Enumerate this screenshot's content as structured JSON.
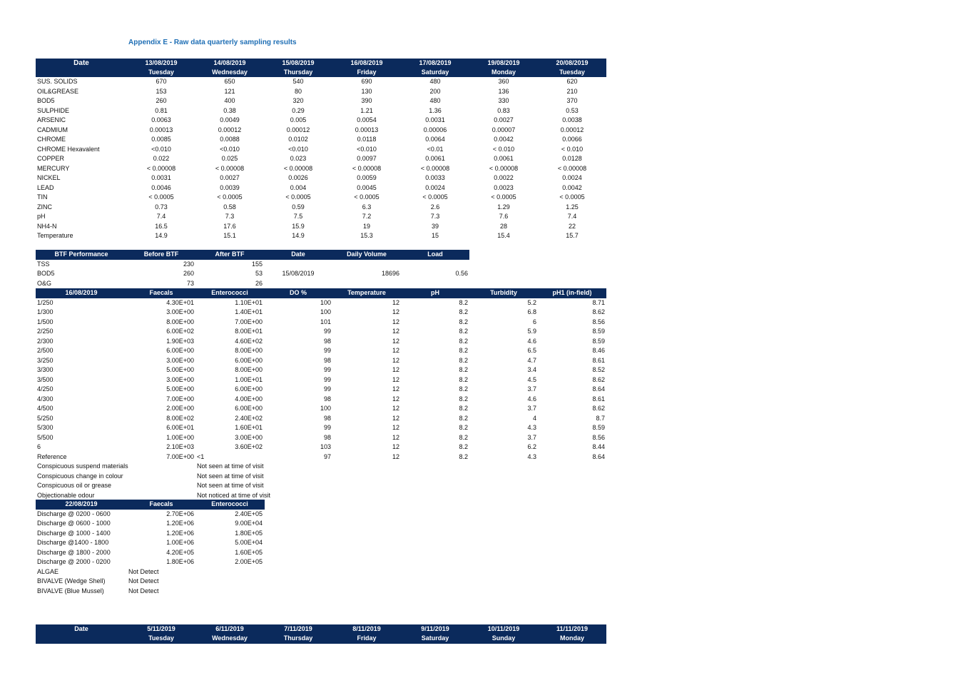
{
  "title": "Appendix  E - Raw data quarterly sampling results",
  "table1": {
    "header_label": "Date",
    "dates": [
      "13/08/2019",
      "14/08/2019",
      "15/08/2019",
      "16/08/2019",
      "17/08/2019",
      "19/08/2019",
      "20/08/2019"
    ],
    "days": [
      "Tuesday",
      "Wednesday",
      "Thursday",
      "Friday",
      "Saturday",
      "Monday",
      "Tuesday"
    ],
    "rows": [
      {
        "label": "SUS. SOLIDS",
        "values": [
          "670",
          "650",
          "540",
          "690",
          "480",
          "360",
          "620"
        ]
      },
      {
        "label": "OIL&GREASE",
        "values": [
          "153",
          "121",
          "80",
          "130",
          "200",
          "136",
          "210"
        ]
      },
      {
        "label": "BOD5",
        "values": [
          "260",
          "400",
          "320",
          "390",
          "480",
          "330",
          "370"
        ]
      },
      {
        "label": "SULPHIDE",
        "values": [
          "0.81",
          "0.38",
          "0.29",
          "1.21",
          "1.36",
          "0.83",
          "0.53"
        ]
      },
      {
        "label": "ARSENIC",
        "values": [
          "0.0063",
          "0.0049",
          "0.005",
          "0.0054",
          "0.0031",
          "0.0027",
          "0.0038"
        ]
      },
      {
        "label": "CADMIUM",
        "values": [
          "0.00013",
          "0.00012",
          "0.00012",
          "0.00013",
          "0.00006",
          "0.00007",
          "0.00012"
        ]
      },
      {
        "label": "CHROME",
        "values": [
          "0.0085",
          "0.0088",
          "0.0102",
          "0.0118",
          "0.0064",
          "0.0042",
          "0.0066"
        ]
      },
      {
        "label": "CHROME Hexavalent",
        "values": [
          "<0.010",
          "<0.010",
          "<0.010",
          "<0.010",
          "<0.01",
          "< 0.010",
          "< 0.010"
        ]
      },
      {
        "label": "COPPER",
        "values": [
          "0.022",
          "0.025",
          "0.023",
          "0.0097",
          "0.0061",
          "0.0061",
          "0.0128"
        ]
      },
      {
        "label": "MERCURY",
        "values": [
          "< 0.00008",
          "< 0.00008",
          "< 0.00008",
          "< 0.00008",
          "< 0.00008",
          "< 0.00008",
          "< 0.00008"
        ]
      },
      {
        "label": "NICKEL",
        "values": [
          "0.0031",
          "0.0027",
          "0.0026",
          "0.0059",
          "0.0033",
          "0.0022",
          "0.0024"
        ]
      },
      {
        "label": "LEAD",
        "values": [
          "0.0046",
          "0.0039",
          "0.004",
          "0.0045",
          "0.0024",
          "0.0023",
          "0.0042"
        ]
      },
      {
        "label": "TIN",
        "values": [
          "< 0.0005",
          "< 0.0005",
          "< 0.0005",
          "< 0.0005",
          "< 0.0005",
          "< 0.0005",
          "< 0.0005"
        ]
      },
      {
        "label": "ZINC",
        "values": [
          "0.73",
          "0.58",
          "0.59",
          "6.3",
          "2.6",
          "1.29",
          "1.25"
        ]
      },
      {
        "label": "pH",
        "values": [
          "7.4",
          "7.3",
          "7.5",
          "7.2",
          "7.3",
          "7.6",
          "7.4"
        ]
      },
      {
        "label": "NH4-N",
        "values": [
          "16.5",
          "17.6",
          "15.9",
          "19",
          "39",
          "28",
          "22"
        ]
      },
      {
        "label": "Temperature",
        "values": [
          "14.9",
          "15.1",
          "14.9",
          "15.3",
          "15",
          "15.4",
          "15.7"
        ]
      }
    ]
  },
  "btf": {
    "headers": [
      "BTF Performance",
      "Before BTF",
      "After BTF",
      "Date",
      "Daily Volume",
      "Load"
    ],
    "rows": [
      {
        "label": "TSS",
        "before": "230",
        "after": "155",
        "date": "",
        "volume": "",
        "load": ""
      },
      {
        "label": "BOD5",
        "before": "260",
        "after": "53",
        "date": "15/08/2019",
        "volume": "18696",
        "load": "0.56"
      },
      {
        "label": "O&G",
        "before": "73",
        "after": "26",
        "date": "",
        "volume": "",
        "load": ""
      }
    ]
  },
  "micro1": {
    "headers": [
      "16/08/2019",
      "Faecals",
      "Enterococci",
      "DO %",
      "Temperature",
      "pH",
      "Turbidity",
      "pH1 (in-field)"
    ],
    "rows": [
      [
        "1/250",
        "4.30E+01",
        "1.10E+01",
        "100",
        "12",
        "8.2",
        "5.2",
        "8.71"
      ],
      [
        "1/300",
        "3.00E+00",
        "1.40E+01",
        "100",
        "12",
        "8.2",
        "6.8",
        "8.62"
      ],
      [
        "1/500",
        "8.00E+00",
        "7.00E+00",
        "101",
        "12",
        "8.2",
        "6",
        "8.56"
      ],
      [
        "2/250",
        "6.00E+02",
        "8.00E+01",
        "99",
        "12",
        "8.2",
        "5.9",
        "8.59"
      ],
      [
        "2/300",
        "1.90E+03",
        "4.60E+02",
        "98",
        "12",
        "8.2",
        "4.6",
        "8.59"
      ],
      [
        "2/500",
        "6.00E+00",
        "8.00E+00",
        "99",
        "12",
        "8.2",
        "6.5",
        "8.46"
      ],
      [
        "3/250",
        "3.00E+00",
        "6.00E+00",
        "98",
        "12",
        "8.2",
        "4.7",
        "8.61"
      ],
      [
        "3/300",
        "5.00E+00",
        "8.00E+00",
        "99",
        "12",
        "8.2",
        "3.4",
        "8.52"
      ],
      [
        "3/500",
        "3.00E+00",
        "1.00E+01",
        "99",
        "12",
        "8.2",
        "4.5",
        "8.62"
      ],
      [
        "4/250",
        "5.00E+00",
        "6.00E+00",
        "99",
        "12",
        "8.2",
        "3.7",
        "8.64"
      ],
      [
        "4/300",
        "7.00E+00",
        "4.00E+00",
        "98",
        "12",
        "8.2",
        "4.6",
        "8.61"
      ],
      [
        "4/500",
        "2.00E+00",
        "6.00E+00",
        "100",
        "12",
        "8.2",
        "3.7",
        "8.62"
      ],
      [
        "5/250",
        "8.00E+02",
        "2.40E+02",
        "98",
        "12",
        "8.2",
        "4",
        "8.7"
      ],
      [
        "5/300",
        "6.00E+01",
        "1.60E+01",
        "99",
        "12",
        "8.2",
        "4.3",
        "8.59"
      ],
      [
        "5/500",
        "1.00E+00",
        "3.00E+00",
        "98",
        "12",
        "8.2",
        "3.7",
        "8.56"
      ],
      [
        "6",
        "2.10E+03",
        "3.60E+02",
        "103",
        "12",
        "8.2",
        "6.2",
        "8.44"
      ],
      [
        "Reference",
        "7.00E+00",
        "<1",
        "97",
        "12",
        "8.2",
        "4.3",
        "8.64"
      ]
    ]
  },
  "observations": [
    {
      "label": "Conspicuous suspend materials",
      "value": "Not seen at time of visit"
    },
    {
      "label": "Conspicuous change in colour",
      "value": "Not seen at time of visit"
    },
    {
      "label": "Conspicuous oil or grease",
      "value": "Not seen at time of visit"
    },
    {
      "label": "Objectionable odour",
      "value": "Not noticed at time of visit"
    }
  ],
  "micro2": {
    "headers": [
      "22/08/2019",
      "Faecals",
      "Enterococci"
    ],
    "rows": [
      [
        "Discharge @ 0200 - 0600",
        "2.70E+06",
        "2.40E+05"
      ],
      [
        "Discharge @ 0600 - 1000",
        "1.20E+06",
        "9.00E+04"
      ],
      [
        "Discharge @ 1000 - 1400",
        "1.20E+06",
        "1.80E+05"
      ],
      [
        "Discharge @1400 - 1800",
        "1.00E+06",
        "5.00E+04"
      ],
      [
        "Discharge @ 1800 - 2000",
        "4.20E+05",
        "1.60E+05"
      ],
      [
        "Discharge @ 2000 - 0200",
        "1.80E+06",
        "2.00E+05"
      ]
    ]
  },
  "biota": [
    {
      "label": "ALGAE",
      "value": "Not Detect"
    },
    {
      "label": "BIVALVE (Wedge Shell)",
      "value": "Not Detect"
    },
    {
      "label": "BIVALVE (Blue Mussel)",
      "value": "Not Detect"
    }
  ],
  "table2": {
    "header_label": "Date",
    "dates": [
      "5/11/2019",
      "6/11/2019",
      "7/11/2019",
      "8/11/2019",
      "9/11/2019",
      "10/11/2019",
      "11/11/2019"
    ],
    "days": [
      "Tuesday",
      "Wednesday",
      "Thursday",
      "Friday",
      "Saturday",
      "Sunday",
      "Monday"
    ]
  },
  "colors": {
    "header_bg": "#0b2a5c",
    "title": "#1f6fb5"
  }
}
